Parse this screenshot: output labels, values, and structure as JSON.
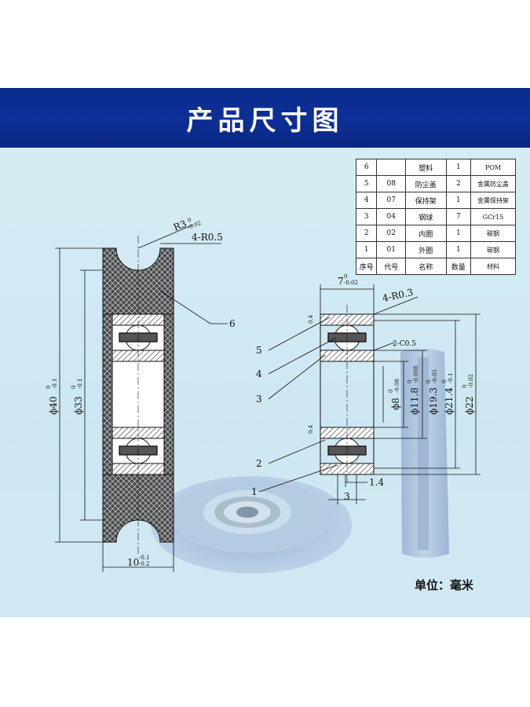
{
  "banner": {
    "title": "产品尺寸图"
  },
  "table": {
    "rows": [
      [
        "6",
        "",
        "塑料",
        "1",
        "POM"
      ],
      [
        "5",
        "08",
        "防尘盖",
        "2",
        "金属防尘盖"
      ],
      [
        "4",
        "07",
        "保持架",
        "1",
        "金属保持架"
      ],
      [
        "3",
        "04",
        "钢球",
        "7",
        "GCr15"
      ],
      [
        "2",
        "02",
        "内圈",
        "1",
        "碳钢"
      ],
      [
        "1",
        "01",
        "外圈",
        "1",
        "碳钢"
      ],
      [
        "序号",
        "代号",
        "名称",
        "数量",
        "材料"
      ]
    ]
  },
  "left_view": {
    "r3": "R3",
    "r3_tol_up": "0",
    "r3_tol_dn": "-0.02",
    "chamfer": "4-R0.5",
    "d40": "ϕ40",
    "d40_up": "0",
    "d40_dn": "-0.1",
    "d33": "ϕ33",
    "d33_up": "0",
    "d33_dn": "-0.1",
    "width": "10",
    "width_up": "-0.1",
    "width_dn": "-0.2",
    "callout": "6"
  },
  "right_view": {
    "width": "7",
    "width_up": "0",
    "width_dn": "-0.02",
    "chamfer": "4-R0.3",
    "c05": "2-C0.5",
    "d8": "ϕ8",
    "d8_up": "0",
    "d8_dn": "-0.08",
    "d118": "ϕ11.8",
    "d118_up": "0",
    "d118_dn": "-0.008",
    "d193": "ϕ19.3",
    "d193_up": "0",
    "d193_dn": "-0.05",
    "d214": "ϕ21.4",
    "d214_up": "0",
    "d214_dn": "-0.1",
    "d22": "ϕ22",
    "d22_up": "0",
    "d22_dn": "-0.02",
    "dim_3": "3",
    "dim_14": "1.4",
    "gap_top": "0.4",
    "gap_bot": "0.4",
    "callouts": [
      "5",
      "4",
      "3",
      "2",
      "1"
    ]
  },
  "unit": {
    "label": "单位：毫米"
  }
}
